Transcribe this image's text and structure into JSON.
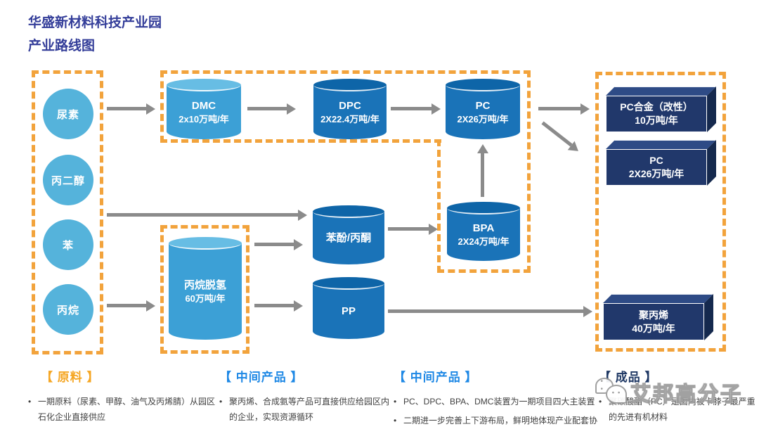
{
  "title": {
    "line1": "华盛新材料科技产业园",
    "line2": "产业路线图"
  },
  "raw_materials": {
    "items": [
      "尿素",
      "丙二醇",
      "苯",
      "丙烷"
    ]
  },
  "units": {
    "dmc": {
      "name": "DMC",
      "capacity": "2x10万吨/年"
    },
    "dpc": {
      "name": "DPC",
      "capacity": "2X22.4万吨/年"
    },
    "pc": {
      "name": "PC",
      "capacity": "2X26万吨/年"
    },
    "phenol_acetone": {
      "name": "苯酚/丙酮",
      "capacity": ""
    },
    "bpa": {
      "name": "BPA",
      "capacity": "2X24万吨/年"
    },
    "pdh": {
      "name": "丙烷脱氢",
      "capacity": "60万吨/年"
    },
    "pp": {
      "name": "PP",
      "capacity": ""
    }
  },
  "final_products": {
    "pc_alloy": {
      "name": "PC合金（改性）",
      "capacity": "10万吨/年"
    },
    "pc": {
      "name": "PC",
      "capacity": "2X26万吨/年"
    },
    "polypropylene": {
      "name": "聚丙烯",
      "capacity": "40万吨/年"
    }
  },
  "sections": {
    "raw": {
      "label": "【 原料 】",
      "bullets": [
        "一期原料（尿素、甲醇、油气及丙烯腈）从园区石化企业直接供应"
      ]
    },
    "mid1": {
      "label": "【 中间产品 】",
      "bullets": [
        "聚丙烯、合成氨等产品可直接供应给园区内的企业，实现资源循环"
      ]
    },
    "mid2": {
      "label": "【 中间产品 】",
      "bullets": [
        "PC、DPC、BPA、DMC装置为一期项目四大主装置",
        "二期进一步完善上下游布局，鲜明地体现产业配套协同、产品绿色高端的一体化产"
      ]
    },
    "final": {
      "label": "【 成品 】",
      "bullets": [
        "聚碳酸酯（PC）是国内被卡脖子最严重的先进有机材料"
      ]
    }
  },
  "watermark": {
    "text": "艾邦高分子"
  },
  "colors": {
    "dashed_border": "#F2A33C",
    "circle_blue": "#55B3DB",
    "cyl_light": "#3CA0D6",
    "cyl_dark": "#1A73B8",
    "box_navy": "#21386B",
    "arrow_gray": "#8B8B8B",
    "title_indigo": "#333D99",
    "header_orange": "#F5A623",
    "header_blue": "#1E88E5",
    "header_navy": "#1F3864"
  }
}
